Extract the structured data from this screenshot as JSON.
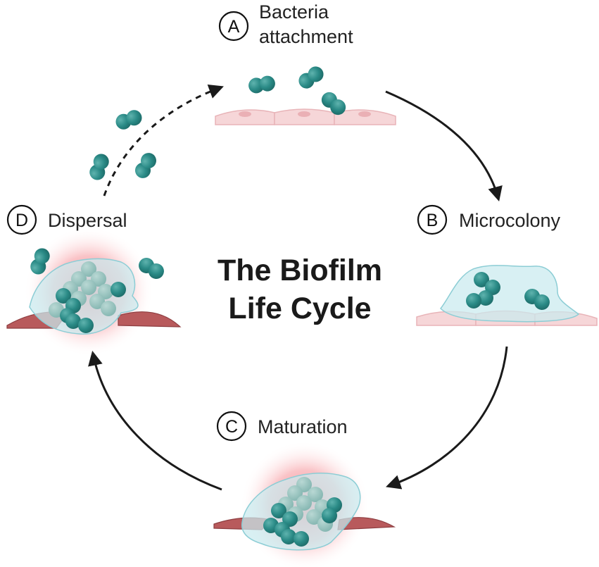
{
  "title": {
    "line1": "The Biofilm",
    "line2": "Life Cycle"
  },
  "stages": {
    "a": {
      "letter": "A",
      "line1": "Bacteria",
      "line2": "attachment"
    },
    "b": {
      "letter": "B",
      "label": "Microcolony"
    },
    "c": {
      "letter": "C",
      "label": "Maturation"
    },
    "d": {
      "letter": "D",
      "label": "Dispersal"
    }
  },
  "colors": {
    "bacteria": "#2a8a86",
    "bacteria_light": "#8fbdb8",
    "host_cell_healthy": "#f6d6d8",
    "host_cell_damaged": "#b85a5c",
    "matrix": "#c9eaee",
    "inflammation": "#f25a64",
    "arrow": "#1a1a1a"
  }
}
